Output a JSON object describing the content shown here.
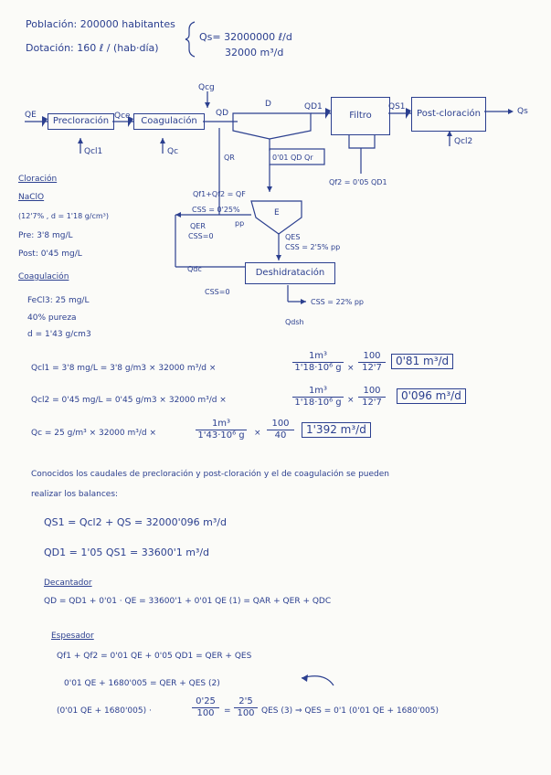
{
  "header": {
    "poblacion": "Población: 200000 habitantes",
    "dotacion": "Dotación: 160 ℓ / (hab·día)",
    "qs_line1": "Qs= 32000000 ℓ/d",
    "qs_line2": "32000 m³/d"
  },
  "diagram": {
    "qe": "QE",
    "qcg": "Qcg",
    "qce": "Qce",
    "qd": "QD",
    "d": "D",
    "qd1": "QD1",
    "qs1": "QS1",
    "qs": "Qs",
    "qcl1": "Qcl1",
    "qc": "Qc",
    "qcl2": "Qcl2",
    "qr": "QR",
    "pct_qd": "0'01 QD Qr",
    "qf2": "Qf2 = 0'05 QD1",
    "qf_sum": "Qf1+Qf2 = QF",
    "css_025": "CSS = 0'25%",
    "pp": "pp",
    "qer": "QER",
    "css0_a": "CSS=0",
    "e": "E",
    "qes": "QES",
    "css_25": "CSS = 2'5% pp",
    "qdc": "Qdc",
    "css0_b": "CSS=0",
    "css_22": "CSS = 22% pp",
    "qdsh": "Qdsh",
    "boxes": {
      "precloracion": "Precloración",
      "coagulacion": "Coagulación",
      "filtro": "Filtro",
      "postcloracion": "Post-cloración",
      "deshidratacion": "Deshidratación"
    }
  },
  "notes": {
    "cloracion": "Cloración",
    "naclo": "NaClO",
    "naclo_detail": "(12'7% , d = 1'18 g/cm³)",
    "pre": "Pre: 3'8 mg/L",
    "post": "Post: 0'45 mg/L",
    "coagulacion": "Coagulación",
    "fecl3": "FeCl3: 25 mg/L",
    "pureza": "40% pureza",
    "densidad": "d = 1'43 g/cm3"
  },
  "equations": {
    "qcl1_lhs": "Qcl1 = 3'8 mg/L = 3'8 g/m3 × 32000 m³/d ×",
    "qcl1_f1_num": "1m³",
    "qcl1_f1_den": "1'18·10⁶ g",
    "qcl1_times": "×",
    "qcl1_f2_num": "100",
    "qcl1_f2_den": "12'7",
    "qcl1_result": "0'81 m³/d",
    "qcl2_lhs": "Qcl2 = 0'45 mg/L = 0'45 g/m3 × 32000 m³/d ×",
    "qcl2_f1_num": "1m³",
    "qcl2_f1_den": "1'18·10⁶ g",
    "qcl2_times": "×",
    "qcl2_f2_num": "100",
    "qcl2_f2_den": "12'7",
    "qcl2_result": "0'096 m³/d",
    "qc_lhs": "Qc = 25 g/m³ × 32000 m³/d ×",
    "qc_f1_num": "1m³",
    "qc_f1_den": "1'43·10⁶ g",
    "qc_times": "×",
    "qc_f2_num": "100",
    "qc_f2_den": "40",
    "qc_result": "1'392 m³/d",
    "text_line1": "Conocidos los caudales de precloración y post-cloración y el de coagulación se pueden",
    "text_line2": "realizar los balances:",
    "qs1_eq": "QS1 = Qcl2 + QS = 32000'096 m³/d",
    "qd1_eq": "QD1 = 1'05 QS1 = 33600'1 m³/d",
    "decantador_title": "Decantador",
    "qd_eq": "QD = QD1 + 0'01 · QE = 33600'1 + 0'01 QE  (1)  = QAR + QER + QDC",
    "espesador_title": "Espesador",
    "esp_eq1": "Qf1 + Qf2 = 0'01 QE + 0'05 QD1 = QER + QES",
    "esp_eq2": "0'01 QE + 1680'005 = QER + QES (2)",
    "esp_eq3_lhs": "(0'01 QE + 1680'005) ·",
    "esp_f1_num": "0'25",
    "esp_f1_den": "100",
    "esp_eq3_eq": "=",
    "esp_f2_num": "2'5",
    "esp_f2_den": "100",
    "esp_eq3_rhs": "QES (3)  ⇒  QES = 0'1 (0'01 QE + 1680'005)"
  }
}
